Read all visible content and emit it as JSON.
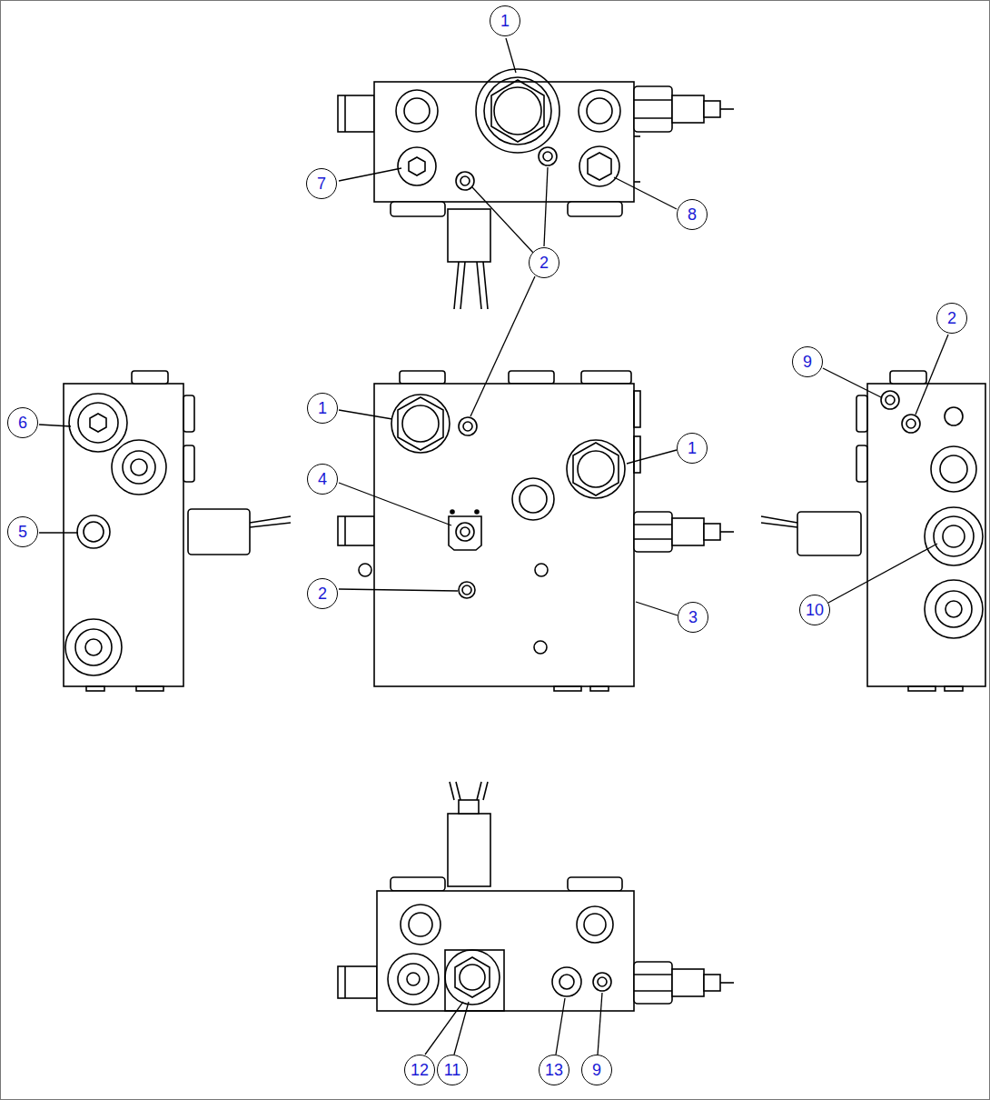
{
  "diagram": {
    "nodes": [
      {
        "text": [
          "1"
        ]
      },
      {
        "text": [
          "7"
        ]
      },
      {
        "text": [
          "8"
        ]
      },
      {
        "text": [
          "2"
        ]
      },
      {
        "text": [
          "2"
        ]
      },
      {
        "text": [
          "9"
        ]
      },
      {
        "text": [
          "1"
        ]
      },
      {
        "text": [
          "6"
        ]
      },
      {
        "text": [
          "1"
        ]
      },
      {
        "text": [
          "4"
        ]
      },
      {
        "text": [
          "5"
        ]
      },
      {
        "text": [
          "2"
        ]
      },
      {
        "text": [
          "10"
        ]
      },
      {
        "text": [
          "3"
        ]
      },
      {
        "text": [
          "12"
        ]
      },
      {
        "text": [
          "11"
        ]
      },
      {
        "text": [
          "13"
        ]
      },
      {
        "text": [
          "9"
        ]
      }
    ]
  }
}
